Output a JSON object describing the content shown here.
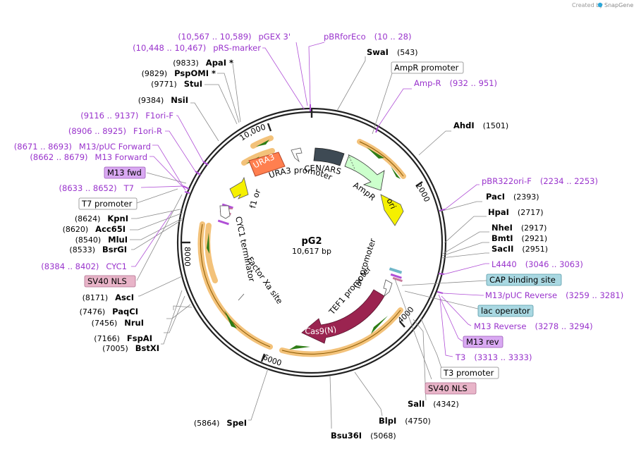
{
  "credit": {
    "created_by": "Created by",
    "brand": "SnapGene"
  },
  "plasmid": {
    "name": "pG2",
    "size": "10,617 bp"
  },
  "ticks": [
    "2000",
    "4000",
    "6000",
    "8000",
    "10,000"
  ],
  "features": {
    "ura3": "URA3",
    "cas9": "Cas9(N)",
    "ori": "ori",
    "cen_ars": "CEN/ARS",
    "ampr": "AmpR",
    "ura3_promoter": "URA3 promoter",
    "f1_ori": "f1 ori",
    "cyc1_terminator": "CYC1 terminator",
    "factor_xa": "Factor Xa site",
    "lac_promoter": "lac promoter",
    "tef1_promoter": "TEF1 promoter"
  },
  "enzymes": [
    {
      "name": "SwaI",
      "pos": "(543)"
    },
    {
      "name": "AhdI",
      "pos": "(1501)"
    },
    {
      "name": "PacI",
      "pos": "(2393)"
    },
    {
      "name": "HpaI",
      "pos": "(2717)"
    },
    {
      "name": "NheI",
      "pos": "(2917)"
    },
    {
      "name": "BmtI",
      "pos": "(2921)"
    },
    {
      "name": "SacII",
      "pos": "(2951)"
    },
    {
      "name": "SalI",
      "pos": "(4342)"
    },
    {
      "name": "BlpI",
      "pos": "(4750)"
    },
    {
      "name": "Bsu36I",
      "pos": "(5068)"
    },
    {
      "name": "SpeI",
      "pos": "(5864)"
    },
    {
      "name": "BstXI",
      "pos": "(7005)"
    },
    {
      "name": "FspAI",
      "pos": "(7166)"
    },
    {
      "name": "NruI",
      "pos": "(7456)"
    },
    {
      "name": "PaqCI",
      "pos": "(7476)"
    },
    {
      "name": "AscI",
      "pos": "(8171)"
    },
    {
      "name": "BsrGI",
      "pos": "(8533)"
    },
    {
      "name": "MluI",
      "pos": "(8540)"
    },
    {
      "name": "Acc65I",
      "pos": "(8620)"
    },
    {
      "name": "KpnI",
      "pos": "(8624)"
    },
    {
      "name": "NsiI",
      "pos": "(9384)"
    },
    {
      "name": "StuI",
      "pos": "(9771)"
    },
    {
      "name": "PspOMI *",
      "pos": "(9829)"
    },
    {
      "name": "ApaI *",
      "pos": "(9833)"
    }
  ],
  "primers": [
    {
      "name": "pBRforEco",
      "pos": "(10 .. 28)"
    },
    {
      "name": "Amp-R",
      "pos": "(932 .. 951)"
    },
    {
      "name": "pBR322ori-F",
      "pos": "(2234 .. 2253)"
    },
    {
      "name": "L4440",
      "pos": "(3046 .. 3063)"
    },
    {
      "name": "M13/pUC Reverse",
      "pos": "(3259 .. 3281)"
    },
    {
      "name": "M13 Reverse",
      "pos": "(3278 .. 3294)"
    },
    {
      "name": "T3",
      "pos": "(3313 .. 3333)"
    },
    {
      "name": "CYC1",
      "pos": "(8384 .. 8402)"
    },
    {
      "name": "T7",
      "pos": "(8633 .. 8652)"
    },
    {
      "name": "M13 Forward",
      "pos": "(8662 .. 8679)"
    },
    {
      "name": "M13/pUC Forward",
      "pos": "(8671 .. 8693)"
    },
    {
      "name": "F1ori-R",
      "pos": "(8906 .. 8925)"
    },
    {
      "name": "F1ori-F",
      "pos": "(9116 .. 9137)"
    },
    {
      "name": "pRS-marker",
      "pos": "(10,448 .. 10,467)"
    },
    {
      "name": "pGEX 3'",
      "pos": "(10,567 .. 10,589)"
    }
  ],
  "boxes": {
    "ampr_promoter": "AmpR promoter",
    "cap_binding": "CAP binding site",
    "lac_operator": "lac operator",
    "m13_rev": "M13 rev",
    "t3_promoter": "T3 promoter",
    "sv40_nls_right": "SV40 NLS",
    "m13_fwd": "M13 fwd",
    "t7_promoter": "T7 promoter",
    "sv40_nls_left": "SV40 NLS"
  },
  "colors": {
    "backbone": "#222222",
    "orf_gold": "#f3c27a",
    "orf_line": "#8a5a00",
    "green_arrow": "#2e7d16",
    "ura3": "#ff7f4f",
    "cas9": "#9b2450",
    "ori": "#f5f000",
    "f1_ori": "#f5f000",
    "cen_ars": "#3e4a54",
    "ampr": "#ccffcc",
    "primer": "#9933cc",
    "pink_box": "#e8b4c8",
    "violet_box": "#d9a9f2",
    "blue_box": "#a9d8e2"
  }
}
